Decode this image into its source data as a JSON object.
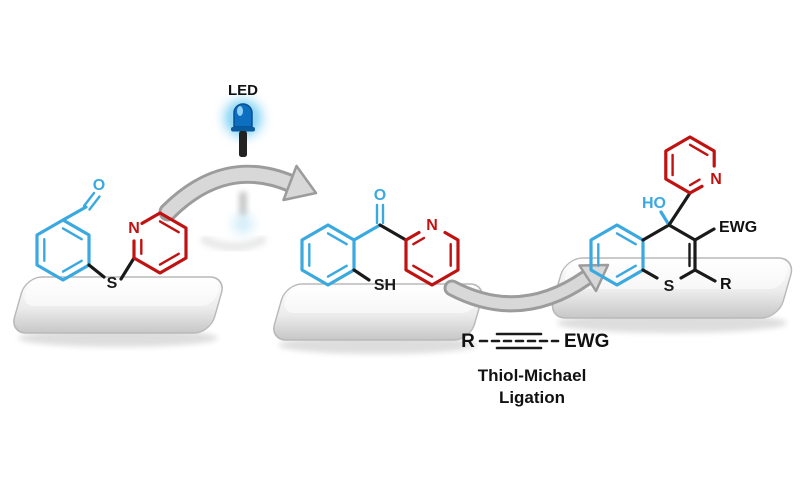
{
  "figure": {
    "labels": {
      "led": "LED"
    },
    "reagent": {
      "r": "R",
      "ewg": "EWG"
    },
    "step": {
      "line1": "Thiol-Michael",
      "line2": "Ligation"
    },
    "molecules": {
      "reactant": {
        "o": "O",
        "s": "S",
        "n": "N"
      },
      "intermediate": {
        "o": "O",
        "n": "N",
        "sh": "SH"
      },
      "product": {
        "ho": "HO",
        "n": "N",
        "s": "S",
        "ewg": "EWG",
        "r": "R"
      }
    },
    "colors": {
      "blue": "#3aa9e0",
      "red": "#c11212",
      "black": "#1a1a1a",
      "arrow_gray": "#b5b5b5",
      "platform_light": "#f5f5f5",
      "platform_dark": "#c7c7c7"
    }
  }
}
